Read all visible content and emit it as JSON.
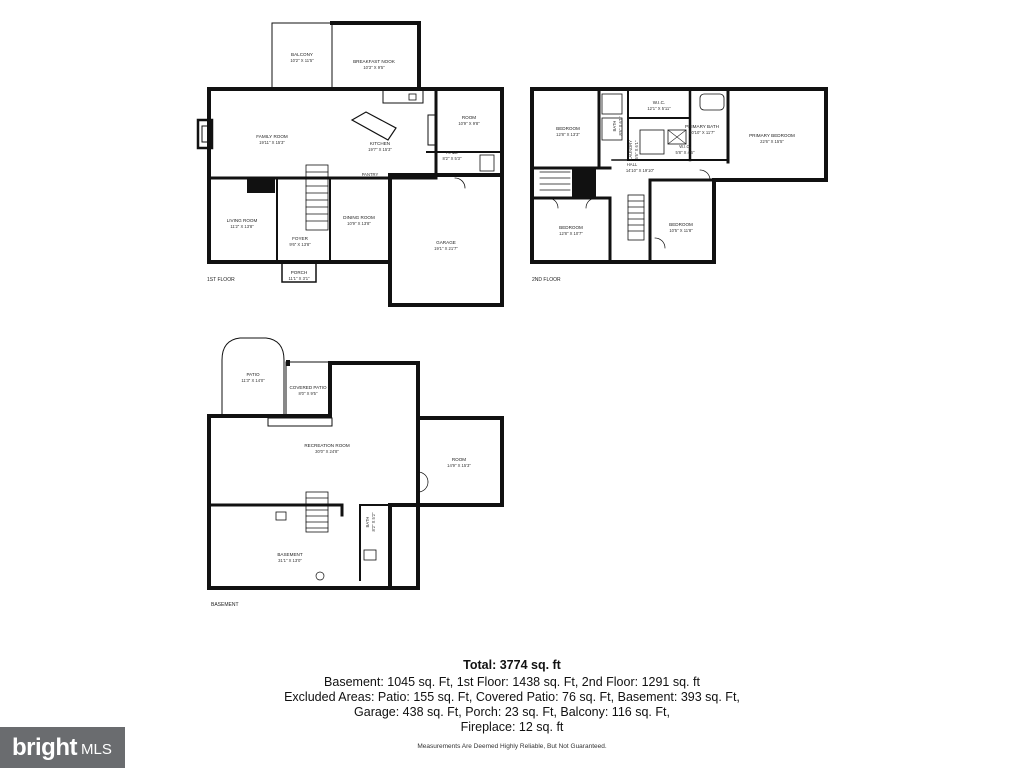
{
  "floors": {
    "first": {
      "label": "1ST FLOOR",
      "rooms": [
        {
          "id": "balcony",
          "name": "BALCONY",
          "dims": "10'2\" X 11'5\""
        },
        {
          "id": "breakfast",
          "name": "BREAKFAST NOOK",
          "dims": "10'3\" X 9'5\""
        },
        {
          "id": "family",
          "name": "FAMILY ROOM",
          "dims": "19'11\" X 15'3\""
        },
        {
          "id": "room1",
          "name": "ROOM",
          "dims": "10'9\" X 9'8\""
        },
        {
          "id": "kitchen",
          "name": "KITCHEN",
          "dims": "19'7\" X 15'3\""
        },
        {
          "id": "hall1",
          "name": "HALL",
          "dims": "8'2\" X 5'3\""
        },
        {
          "id": "pantry",
          "name": "PANTRY",
          "dims": ""
        },
        {
          "id": "living",
          "name": "LIVING ROOM",
          "dims": "11'2\" X 13'8\""
        },
        {
          "id": "foyer",
          "name": "FOYER",
          "dims": "9'6\" X 13'8\""
        },
        {
          "id": "dining",
          "name": "DINING ROOM",
          "dims": "10'9\" X 13'8\""
        },
        {
          "id": "garage",
          "name": "GARAGE",
          "dims": "19'1\" X 21'7\""
        },
        {
          "id": "porch",
          "name": "PORCH",
          "dims": "11'1\" X 3'1\""
        }
      ]
    },
    "second": {
      "label": "2ND FLOOR",
      "rooms": [
        {
          "id": "bed1",
          "name": "BEDROOM",
          "dims": "12'8\" X 13'3\""
        },
        {
          "id": "wic",
          "name": "W.I.C.",
          "dims": "12'1\" X 5'11\""
        },
        {
          "id": "pbath",
          "name": "PRIMARY BATH",
          "dims": "10'10\" X 11'7\""
        },
        {
          "id": "primary",
          "name": "PRIMARY BEDROOM",
          "dims": "22'6\" X 15'5\""
        },
        {
          "id": "bath2",
          "name": "BATH",
          "dims": "8'6\" X 6'1\""
        },
        {
          "id": "laundry",
          "name": "LAUNDRY",
          "dims": "5'6\" X 6'1\""
        },
        {
          "id": "hall2",
          "name": "HALL",
          "dims": "14'10\" X 19'10\""
        },
        {
          "id": "wic2",
          "name": "W.I.C.",
          "dims": "5'8\" X 4'6\""
        },
        {
          "id": "bed2",
          "name": "BEDROOM",
          "dims": "12'8\" X 10'7\""
        },
        {
          "id": "bed3",
          "name": "BEDROOM",
          "dims": "10'5\" X 11'8\""
        }
      ]
    },
    "basement": {
      "label": "BASEMENT",
      "rooms": [
        {
          "id": "patio",
          "name": "PATIO",
          "dims": "11'3\" X 14'0\""
        },
        {
          "id": "cpatio",
          "name": "COVERED PATIO",
          "dims": "8'0\" X 9'5\""
        },
        {
          "id": "rec",
          "name": "RECREATION ROOM",
          "dims": "30'0\" X 24'8\""
        },
        {
          "id": "room2",
          "name": "ROOM",
          "dims": "14'9\" X 15'3\""
        },
        {
          "id": "bath3",
          "name": "BATH",
          "dims": "8'2\" X 5'2\""
        },
        {
          "id": "basement",
          "name": "BASEMENT",
          "dims": "31'1\" X 13'0\""
        }
      ]
    }
  },
  "summary": {
    "title": "Total: 3774 sq. ft",
    "line1": "Basement: 1045 sq. Ft, 1st Floor: 1438 sq. Ft, 2nd Floor: 1291 sq. ft",
    "line2": "Excluded Areas: Patio: 155 sq. Ft, Covered Patio: 76 sq. Ft, Basement: 393 sq. Ft,",
    "line3": "Garage: 438 sq. Ft, Porch: 23 sq. Ft, Balcony: 116 sq. Ft,",
    "line4": "Fireplace: 12 sq. ft",
    "disclaimer": "Measurements Are Deemed Highly Reliable, But Not Guaranteed."
  },
  "logo": {
    "brand": "bright",
    "suffix": "MLS"
  }
}
